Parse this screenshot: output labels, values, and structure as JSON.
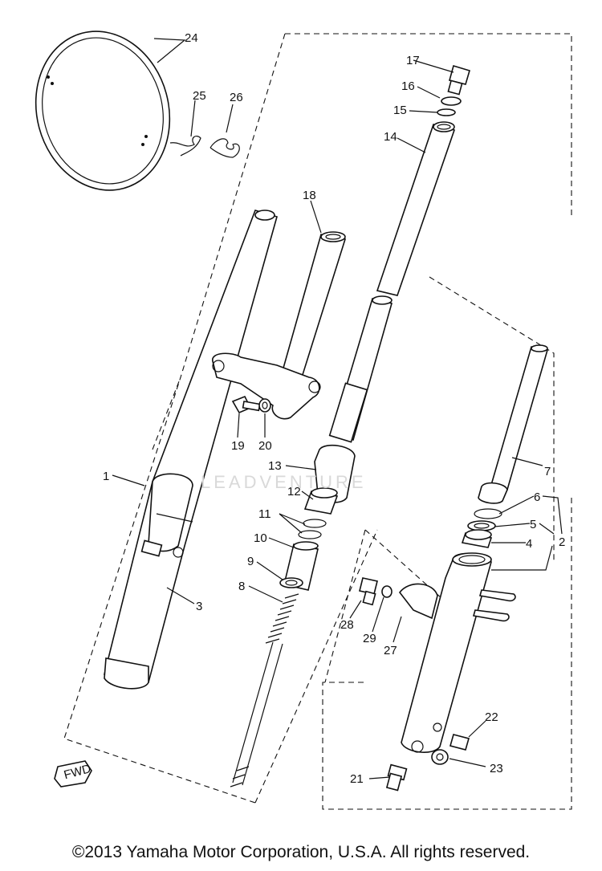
{
  "watermark": "LEADVENTURE",
  "copyright": "©2013 Yamaha Motor Corporation, U.S.A. All rights reserved.",
  "fwd_label": "FWD",
  "callouts": {
    "c1": "1",
    "c2": "2",
    "c3": "3",
    "c4": "4",
    "c5": "5",
    "c6": "6",
    "c7": "7",
    "c8": "8",
    "c9": "9",
    "c10": "10",
    "c11": "11",
    "c12": "12",
    "c13": "13",
    "c14": "14",
    "c15": "15",
    "c16": "16",
    "c17": "17",
    "c18": "18",
    "c19": "19",
    "c20": "20",
    "c21": "21",
    "c22": "22",
    "c23": "23",
    "c24": "24",
    "c25": "25",
    "c26": "26",
    "c27": "27",
    "c28": "28",
    "c29": "29"
  }
}
